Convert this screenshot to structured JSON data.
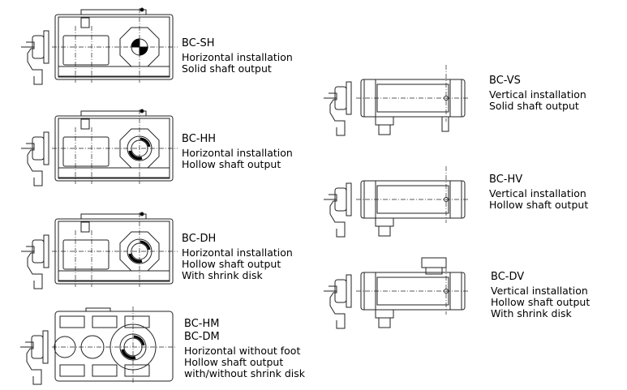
{
  "variants": [
    {
      "codes": [
        "BC-SH"
      ],
      "lines": [
        "Horizontal installation",
        "Solid shaft output"
      ],
      "kind": "horizontal",
      "shaft": "solid"
    },
    {
      "codes": [
        "BC-HH"
      ],
      "lines": [
        "Horizontal installation",
        "Hollow shaft output"
      ],
      "kind": "horizontal",
      "shaft": "hollow"
    },
    {
      "codes": [
        "BC-DH"
      ],
      "lines": [
        "Horizontal installation",
        "Hollow shaft output",
        "With shrink disk"
      ],
      "kind": "horizontal",
      "shaft": "hollow"
    },
    {
      "codes": [
        "BC-HM",
        "BC-DM"
      ],
      "lines": [
        "Horizontal without foot",
        "Hollow shaft output",
        "with/without shrink disk"
      ],
      "kind": "no-foot",
      "shaft": "hollow"
    },
    {
      "codes": [
        "BC-VS"
      ],
      "lines": [
        "Vertical installation",
        "Solid shaft output"
      ],
      "kind": "vertical",
      "shaft": "solid"
    },
    {
      "codes": [
        "BC-HV"
      ],
      "lines": [
        "Vertical installation",
        "Hollow shaft output"
      ],
      "kind": "vertical",
      "shaft": "hollow"
    },
    {
      "codes": [
        "BC-DV"
      ],
      "lines": [
        "Vertical installation",
        "Hollow shaft output",
        "With shrink disk"
      ],
      "kind": "vertical",
      "shaft": "shrink"
    }
  ]
}
